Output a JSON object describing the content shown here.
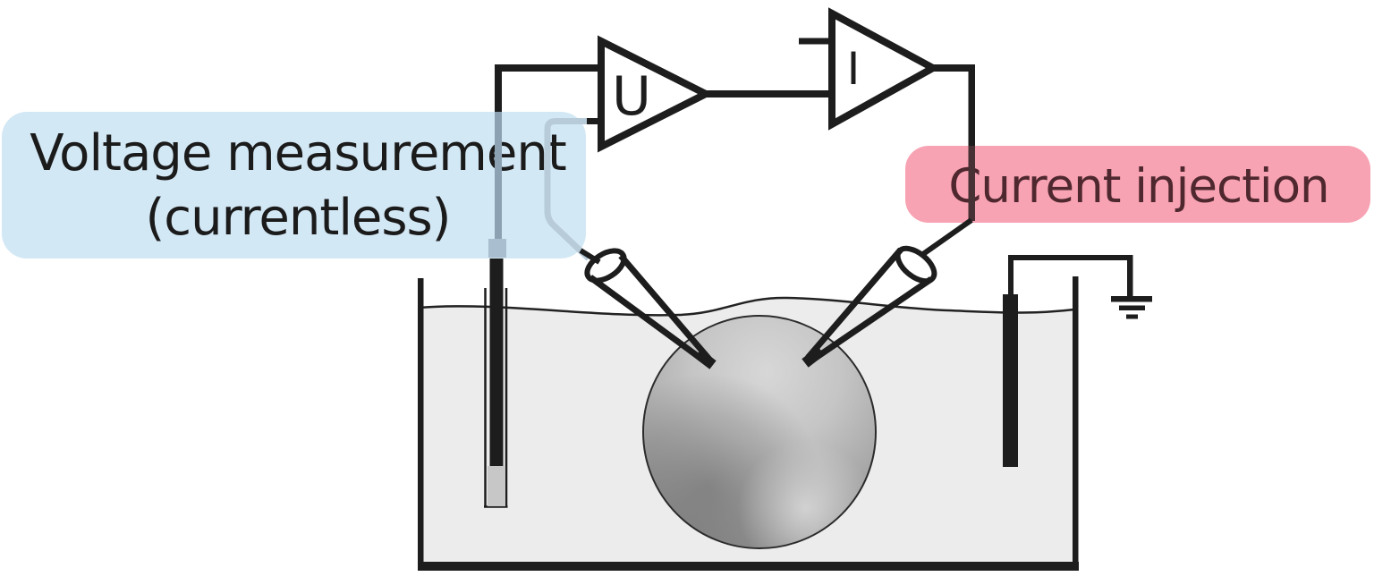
{
  "labels": {
    "voltage_measurement": {
      "line1": "Voltage measurement",
      "line2": "(currentless)",
      "bg_color": "#d3e8f5",
      "text_color": "#1b1b1b"
    },
    "current_injection": {
      "text": "Current injection",
      "bg_color": "#f8a3b3",
      "text_color": "#4f282f"
    }
  },
  "amplifiers": {
    "voltage_amp_letter": "U",
    "current_amp_letter": "I"
  },
  "colors": {
    "wire_black": "#1d1d1d",
    "wire_light_blue": "#b7cbd9",
    "wire_under_blue_label": "#8ca2b2",
    "wire_under_pink_label": "#473134",
    "electrode_cap_gray": "#a9bece",
    "electrode_tip_gray": "#c7c7c7",
    "bath_water": "#ececec",
    "cell_sphere_light": "#d7d7d7",
    "cell_sphere_dark": "#8e8e8e"
  }
}
